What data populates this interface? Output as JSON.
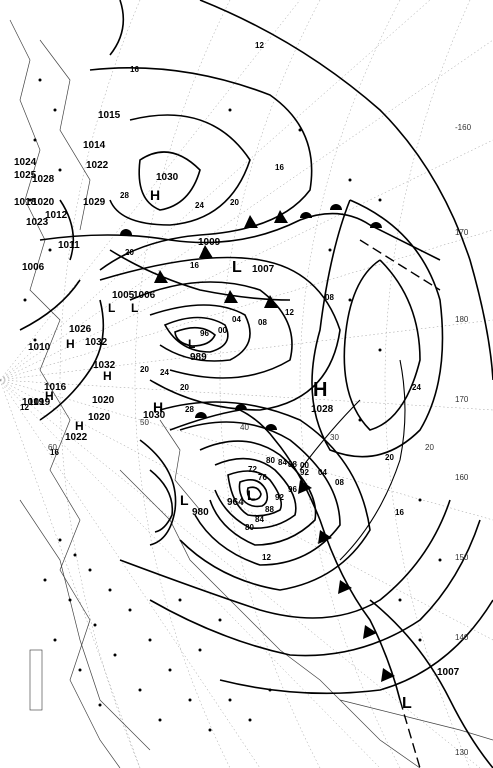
{
  "map": {
    "pressure_centers": [
      {
        "type": "H",
        "value": "1028"
      },
      {
        "type": "H",
        "value": "1030"
      },
      {
        "type": "H",
        "value": "1030"
      },
      {
        "type": "H",
        "value": "1032"
      },
      {
        "type": "H",
        "value": "1026"
      },
      {
        "type": "H",
        "value": "1019"
      },
      {
        "type": "H",
        "value": "1020"
      },
      {
        "type": "L",
        "value": "1007"
      },
      {
        "type": "L",
        "value": "1009"
      },
      {
        "type": "L",
        "value": "1005"
      },
      {
        "type": "L",
        "value": "1006"
      },
      {
        "type": "L",
        "value": "989"
      },
      {
        "type": "L",
        "value": "964"
      },
      {
        "type": "L",
        "value": "980"
      },
      {
        "type": "L",
        "value": "1007"
      }
    ],
    "isobar_labels": [
      "16",
      "12",
      "16",
      "20",
      "24",
      "28",
      "20",
      "16",
      "12",
      "08",
      "04",
      "00",
      "96",
      "92",
      "88",
      "84",
      "80",
      "76",
      "72",
      "08",
      "04",
      "00",
      "96",
      "92",
      "88",
      "84",
      "80",
      "12",
      "16",
      "20",
      "24",
      "28",
      "20",
      "24",
      "20",
      "16",
      "12",
      "08"
    ],
    "top_left_values": [
      "1024",
      "1025",
      "1018",
      "1020",
      "1028",
      "1012",
      "1023",
      "1029",
      "1014",
      "1022",
      "1015",
      "1006",
      "1011",
      "1010",
      "1016",
      "1022",
      "1020",
      "1032",
      "1019"
    ],
    "longitude_labels": [
      "-160",
      "170",
      "180",
      "170",
      "160",
      "150",
      "140",
      "130"
    ],
    "latitude_labels": [
      "20",
      "30",
      "40",
      "50",
      "60"
    ]
  }
}
